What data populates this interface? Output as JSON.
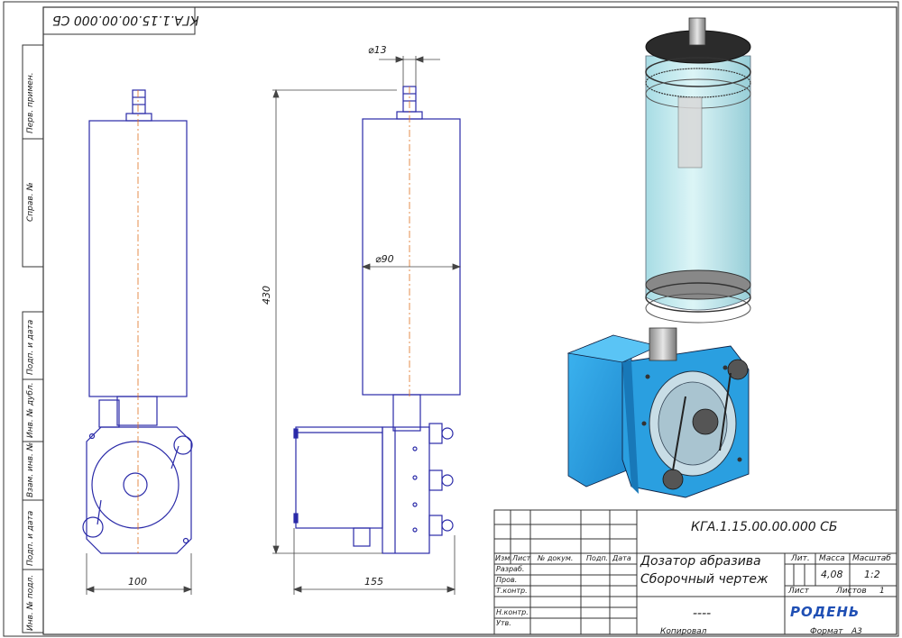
{
  "drawing": {
    "code": "КГА.1.15.00.00.000 СБ",
    "code_mirrored": "КГА.1.15.00.00.000 СБ",
    "title_line1": "Дозатор абразива",
    "title_line2": "Сборочный чертеж",
    "mass": "4,08",
    "scale": "1:2",
    "sheets_total": "1",
    "dashes": "----",
    "company_logo": "РОДЕНЬ",
    "format": "А3"
  },
  "dimensions": {
    "diameter_top": "⌀13",
    "diameter_body": "⌀90",
    "height": "430",
    "width_front": "100",
    "width_side": "155"
  },
  "title_block": {
    "col_izm": "Изм.",
    "col_list": "Лист",
    "col_doc": "№ докум.",
    "col_podp": "Подп.",
    "col_data": "Дата",
    "row_razrab": "Разраб.",
    "row_prov": "Пров.",
    "row_tkontr": "Т.контр.",
    "row_nkontr": "Н.контр.",
    "row_utv": "Утв.",
    "lit": "Лит.",
    "massa": "Масса",
    "masshtab": "Масштаб",
    "list": "Лист",
    "listov": "Листов",
    "kopiroval": "Копировал",
    "format_label": "Формат"
  },
  "side_strip": {
    "perv_primen": "Перв. примен.",
    "sprav": "Справ. №",
    "podp_data_1": "Подп. и дата",
    "inv_dubl": "Инв. № дубл.",
    "vzam_inv": "Взам. инв. №",
    "podp_data_2": "Подп. и дата",
    "inv_podl": "Инв. № подл."
  },
  "colors": {
    "line": "#2a2aa8",
    "border": "#333333",
    "center": "#e07020",
    "motor_blue": "#2a9fe0",
    "glass": "#bfe8ec"
  }
}
